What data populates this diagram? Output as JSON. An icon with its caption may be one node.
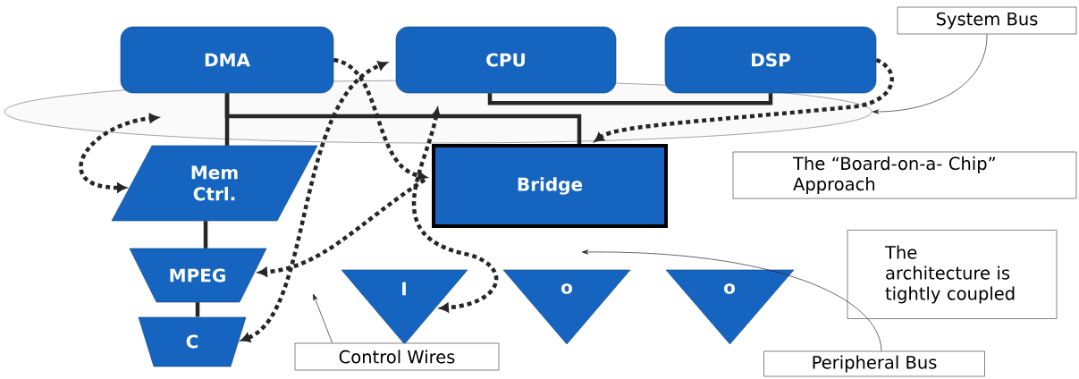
{
  "diagram": {
    "nodes": [
      {
        "text": [
          "DMA"
        ]
      },
      {
        "text": [
          "CPU"
        ]
      },
      {
        "text": [
          "DSP"
        ]
      },
      {
        "text": [
          "Mem Ctrl."
        ]
      },
      {
        "text": [
          "Bridge"
        ]
      },
      {
        "text": [
          "MPEG"
        ]
      },
      {
        "text": [
          "C"
        ]
      },
      {
        "text": [
          "I"
        ]
      },
      {
        "text": [
          "o"
        ]
      },
      {
        "text": [
          "o"
        ]
      },
      {
        "text": [
          "System Bus"
        ]
      },
      {
        "text": [
          "The “Board-on-a- Chip” Approach"
        ]
      },
      {
        "text": [
          "The architecture is tightly coupled"
        ]
      },
      {
        "text": [
          "Control Wires"
        ]
      },
      {
        "text": [
          "Peripheral Bus"
        ]
      }
    ],
    "edges": [
      {
        "from": 0,
        "to": 3,
        "arrow": "none"
      },
      {
        "from": 0,
        "to": 4,
        "arrow": "none"
      },
      {
        "from": 1,
        "to": 2,
        "arrow": "none"
      },
      {
        "from": 3,
        "to": 5,
        "arrow": "none"
      },
      {
        "from": 5,
        "to": 6,
        "arrow": "none"
      },
      {
        "from": 0,
        "to": 4,
        "arrow": "to",
        "style": "dashed"
      },
      {
        "from": 3,
        "to": null,
        "arrow": "both",
        "style": "dashed"
      },
      {
        "from": 6,
        "to": 1,
        "arrow": "both",
        "style": "dashed"
      },
      {
        "from": 4,
        "to": 5,
        "arrow": "to",
        "style": "dashed"
      },
      {
        "from": null,
        "to": 7,
        "arrow": "both",
        "style": "dashed"
      },
      {
        "from": 2,
        "to": 4,
        "arrow": "to",
        "style": "dashed"
      },
      {
        "from": 10,
        "to": null,
        "arrow": "to"
      },
      {
        "from": 13,
        "to": null,
        "arrow": "to"
      },
      {
        "from": 14,
        "to": null,
        "arrow": "to"
      }
    ]
  }
}
